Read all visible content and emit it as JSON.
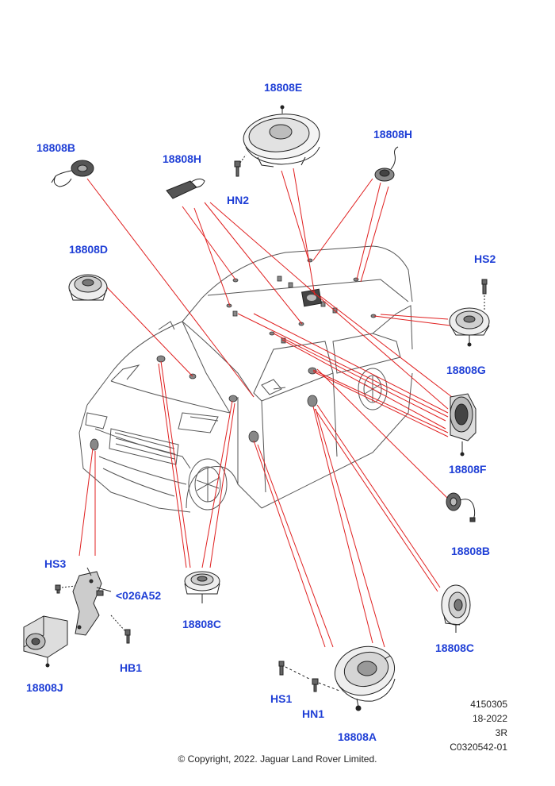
{
  "labels": {
    "e_top": "18808E",
    "b_top": "18808B",
    "h_left": "18808H",
    "h_right": "18808H",
    "hn2": "HN2",
    "d": "18808D",
    "hs2": "HS2",
    "g": "18808G",
    "f": "18808F",
    "b_right": "18808B",
    "hs3": "HS3",
    "o26": "<026A52",
    "c_mid": "18808C",
    "c_right": "18808C",
    "hb1": "HB1",
    "j": "18808J",
    "hs1": "HS1",
    "hn1": "HN1",
    "a": "18808A"
  },
  "meta": {
    "code1": "4150305",
    "date": "18-2022",
    "rev": "3R",
    "code2": "C0320542-01"
  },
  "copyright": "© Copyright, 2022. Jaguar Land Rover Limited.",
  "colors": {
    "label": "#1f3fd6",
    "leader": "#e02020",
    "line": "#333333"
  }
}
